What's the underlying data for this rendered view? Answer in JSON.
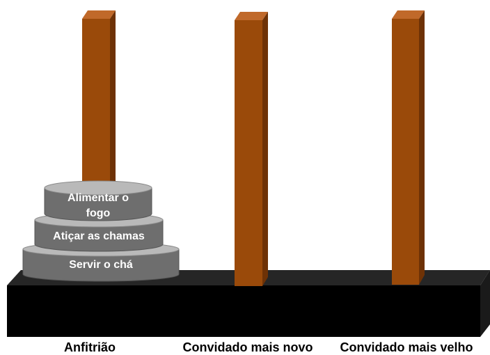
{
  "pegs": [
    {
      "id": "peg-1",
      "caption": "Anfitrião"
    },
    {
      "id": "peg-2",
      "caption": "Convidado mais novo"
    },
    {
      "id": "peg-3",
      "caption": "Convidado mais velho"
    }
  ],
  "disks": [
    {
      "peg": 1,
      "label_lines": [
        "Servir o chá"
      ]
    },
    {
      "peg": 1,
      "label_lines": [
        "Atiçar as chamas"
      ]
    },
    {
      "peg": 1,
      "label_lines": [
        "Alimentar o",
        "fogo"
      ]
    }
  ],
  "colors": {
    "peg_front": "#9a4a0a",
    "peg_side": "#6e3206",
    "peg_top": "#c0692a",
    "disk_side": "#6e6e6e",
    "disk_top": "#b9b9b9",
    "base_front": "#000000",
    "base_top": "#262626",
    "label_text": "#ffffff",
    "caption_text": "#000000"
  }
}
